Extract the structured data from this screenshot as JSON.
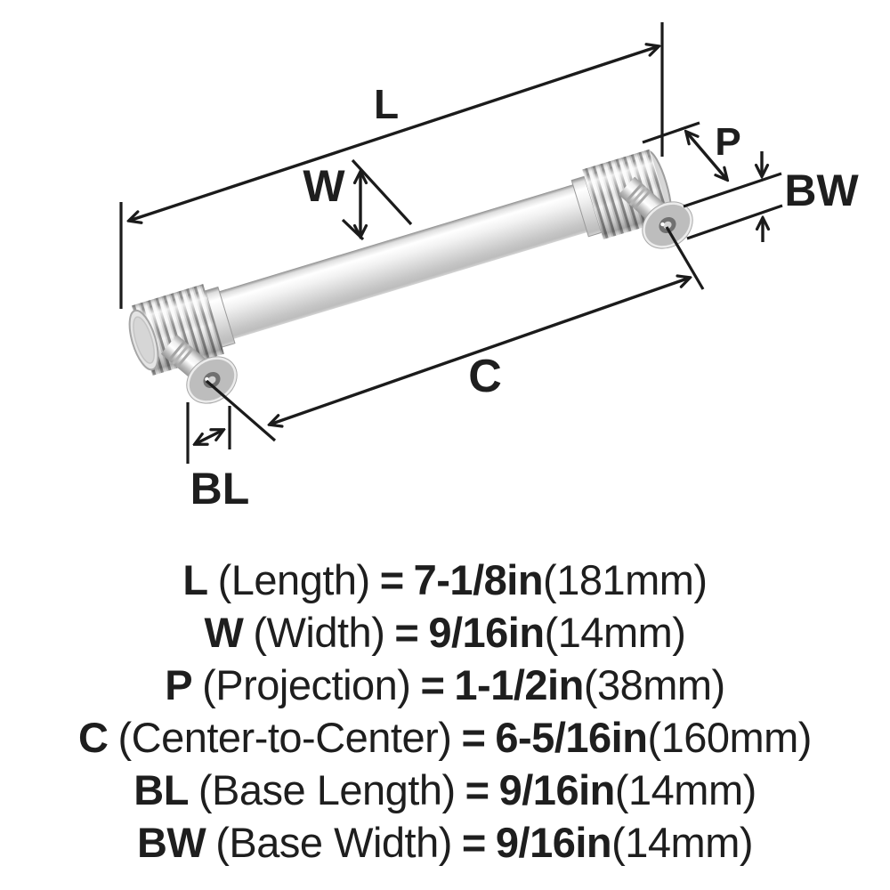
{
  "diagram": {
    "labels": {
      "length": "L",
      "width": "W",
      "projection": "P",
      "base_width": "BW",
      "center_to_center": "C",
      "base_length": "BL"
    },
    "line_color": "#1b1b1b",
    "metal_highlight": "#ffffff",
    "metal_shadow": "#8e8e8e"
  },
  "specs": {
    "rows": [
      {
        "abbr": "L",
        "name": "(Length)",
        "equals": "=",
        "inches": "7-1/8in",
        "metric": "(181mm)"
      },
      {
        "abbr": "W",
        "name": "(Width)",
        "equals": "=",
        "inches": "9/16in",
        "metric": "(14mm)"
      },
      {
        "abbr": "P",
        "name": "(Projection)",
        "equals": "=",
        "inches": "1-1/2in",
        "metric": "(38mm)"
      },
      {
        "abbr": "C",
        "name": "(Center-to-Center)",
        "equals": "=",
        "inches": "6-5/16in",
        "metric": "(160mm)"
      },
      {
        "abbr": "BL",
        "name": "(Base Length)",
        "equals": "=",
        "inches": "9/16in",
        "metric": "(14mm)"
      },
      {
        "abbr": "BW",
        "name": "(Base Width)",
        "equals": "=",
        "inches": "9/16in",
        "metric": "(14mm)"
      }
    ]
  }
}
